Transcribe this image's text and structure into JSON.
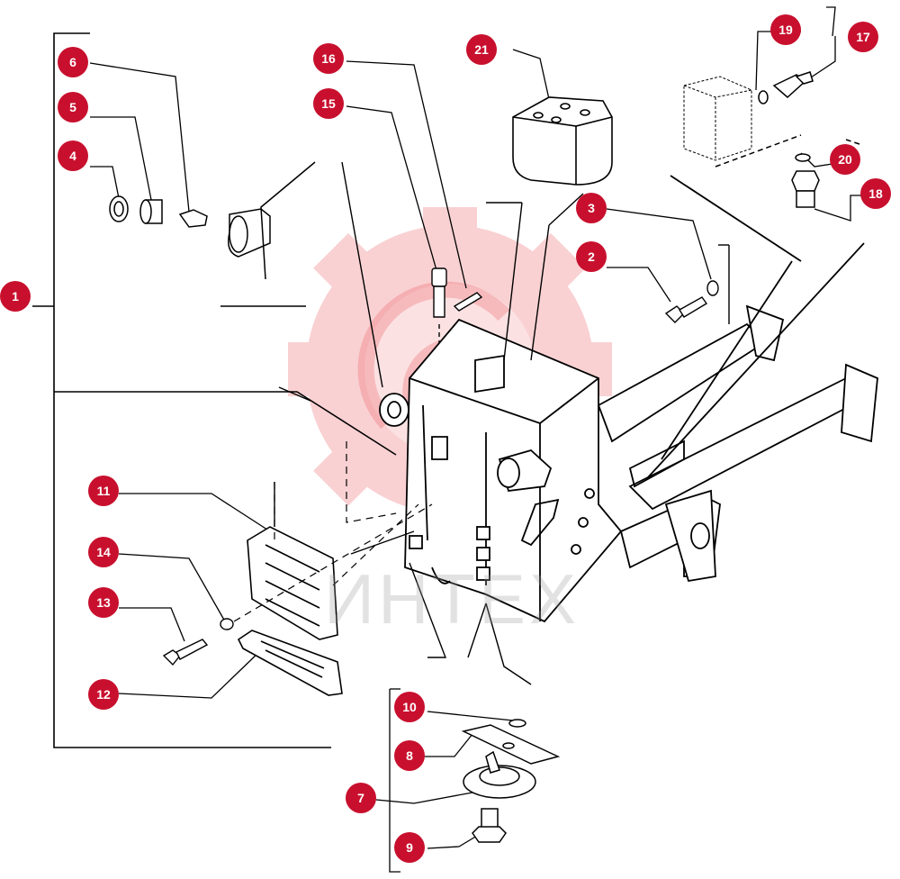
{
  "diagram": {
    "accent_color": "#c8102e",
    "line_color": "#000000",
    "callouts": [
      {
        "id": "c1",
        "label": "1"
      },
      {
        "id": "c2",
        "label": "2"
      },
      {
        "id": "c3",
        "label": "3"
      },
      {
        "id": "c4",
        "label": "4"
      },
      {
        "id": "c5",
        "label": "5"
      },
      {
        "id": "c6",
        "label": "6"
      },
      {
        "id": "c7",
        "label": "7"
      },
      {
        "id": "c8",
        "label": "8"
      },
      {
        "id": "c9",
        "label": "9"
      },
      {
        "id": "c10",
        "label": "10"
      },
      {
        "id": "c11",
        "label": "11"
      },
      {
        "id": "c12",
        "label": "12"
      },
      {
        "id": "c13",
        "label": "13"
      },
      {
        "id": "c14",
        "label": "14"
      },
      {
        "id": "c15",
        "label": "15"
      },
      {
        "id": "c16",
        "label": "16"
      },
      {
        "id": "c17",
        "label": "17"
      },
      {
        "id": "c18",
        "label": "18"
      },
      {
        "id": "c19",
        "label": "19"
      },
      {
        "id": "c20",
        "label": "20"
      },
      {
        "id": "c21",
        "label": "21"
      }
    ],
    "watermark": {
      "text": "ИНТЕХ",
      "icon": "gear-logo-icon",
      "color": "#e8343c"
    }
  }
}
